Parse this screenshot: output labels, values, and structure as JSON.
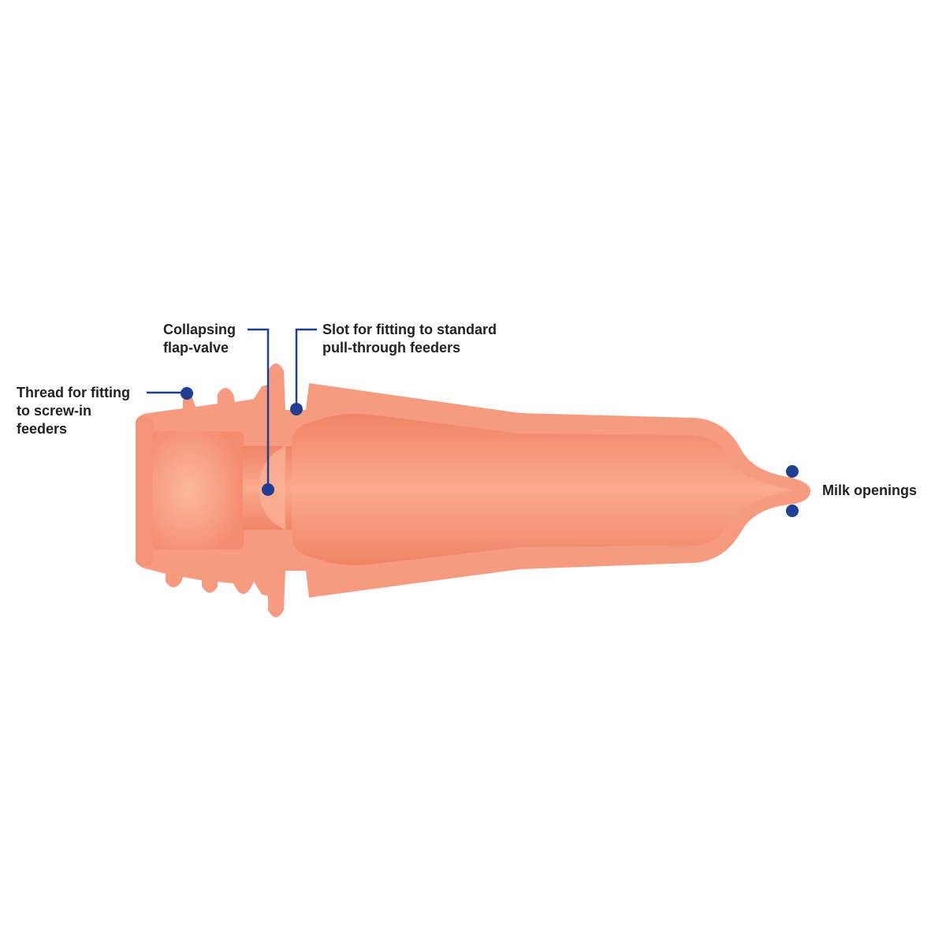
{
  "labels": {
    "thread": "Thread for fitting\nto screw-in\nfeeders",
    "valve": "Collapsing\nflap-valve",
    "slot": "Slot for fitting to standard\npull-through feeders",
    "milk": "Milk openings"
  },
  "colors": {
    "body": "#f79b80",
    "cavity": "#f9a588",
    "marker": "#1f3f95"
  }
}
